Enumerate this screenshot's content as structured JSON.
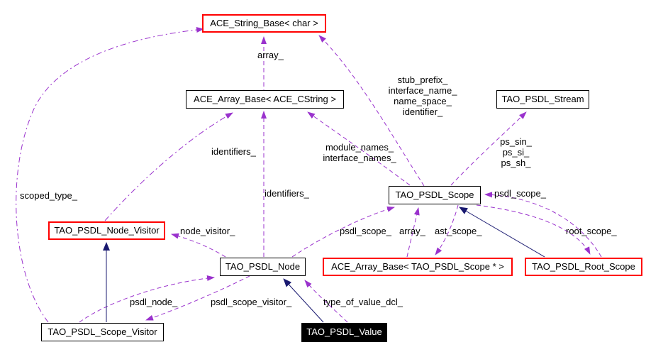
{
  "diagram": {
    "type": "collaboration-graph",
    "colors": {
      "usage_edge": "#9a32cd",
      "inheritance_edge": "#191970",
      "highlight_border": "#ff0000",
      "node_border": "#000000",
      "focus_node_bg": "#000000",
      "focus_node_fg": "#ffffff"
    },
    "nodes": {
      "ace_string_base": {
        "label": "ACE_String_Base< char >"
      },
      "ace_array_base_cstring": {
        "label": "ACE_Array_Base< ACE_CString >"
      },
      "tao_psdl_stream": {
        "label": "TAO_PSDL_Stream"
      },
      "tao_psdl_scope": {
        "label": "TAO_PSDL_Scope"
      },
      "tao_psdl_node_visitor": {
        "label": "TAO_PSDL_Node_Visitor"
      },
      "tao_psdl_node": {
        "label": "TAO_PSDL_Node"
      },
      "ace_array_base_scope": {
        "label": "ACE_Array_Base< TAO_PSDL_Scope * >"
      },
      "tao_psdl_root_scope": {
        "label": "TAO_PSDL_Root_Scope"
      },
      "tao_psdl_scope_visitor": {
        "label": "TAO_PSDL_Scope_Visitor"
      },
      "tao_psdl_value": {
        "label": "TAO_PSDL_Value"
      }
    },
    "edge_labels": {
      "array_top": "array_",
      "stub_block": "stub_prefix_\ninterface_name_\nname_space_\nidentifier_",
      "identifiers_left": "identifiers_",
      "module_block": "module_names_\ninterface_names_",
      "ps_block": "ps_sin_\nps_si_\nps_sh_",
      "identifiers_mid": "identifiers_",
      "psdl_scope_right": "psdl_scope_",
      "scoped_type": "scoped_type_",
      "node_visitor": "node_visitor_",
      "psdl_scope_mid": "psdl_scope_",
      "array_mid": "array_",
      "ast_scope": "ast_scope_",
      "root_scope": "root_scope_",
      "psdl_node": "psdl_node_",
      "psdl_scope_visitor": "psdl_scope_visitor_",
      "type_of_value_dcl": "type_of_value_dcl_"
    }
  }
}
